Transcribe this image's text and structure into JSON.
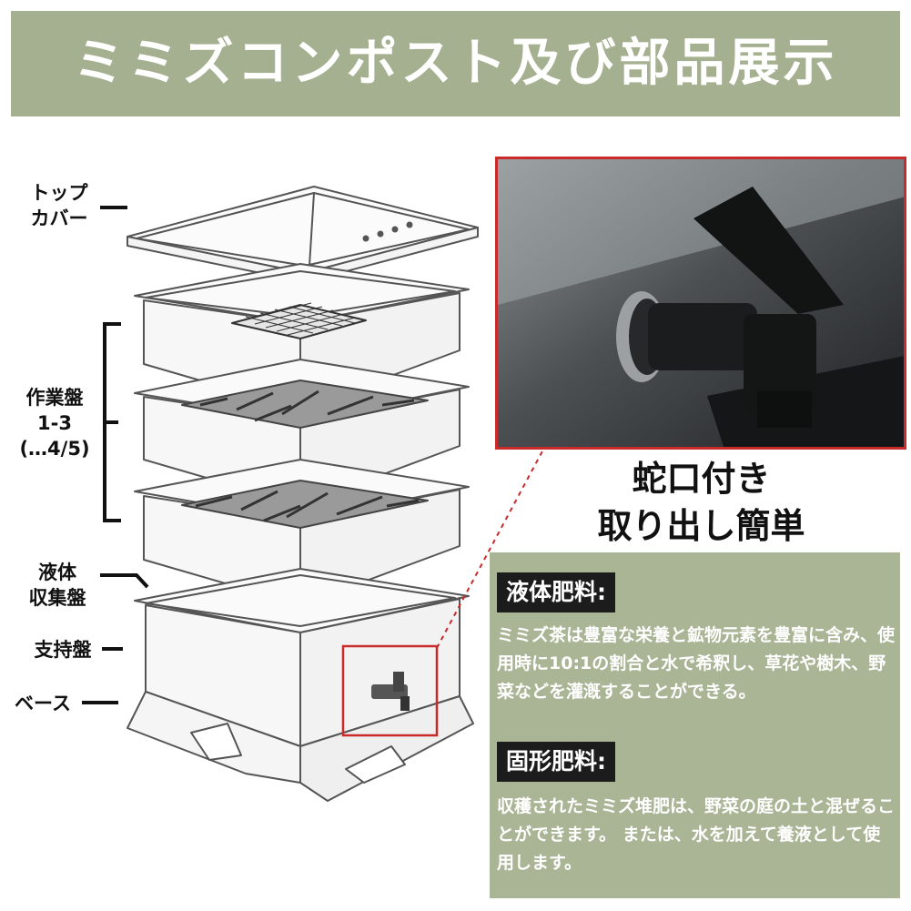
{
  "banner": {
    "title": "ミミズコンポスト及び部品展示"
  },
  "labels": {
    "top_cover": [
      "トップ",
      "カバー"
    ],
    "work_tray": [
      "作業盤",
      "1-3",
      "(…4/5)"
    ],
    "liquid_tray": [
      "液体",
      "収集盤"
    ],
    "support_tray": "支持盤",
    "base": "ベース"
  },
  "caption": {
    "line1": "蛇口付き",
    "line2": "取り出し簡単"
  },
  "liquid_fertilizer": {
    "heading": "液体肥料:",
    "text": "ミミズ茶は豊富な栄養と鉱物元素を豊富に含み、使用時に10:1の割合と水で希釈し、草花や樹木、野菜などを灌漑することができる。"
  },
  "solid_fertilizer": {
    "heading": "固形肥料:",
    "text": "収穫されたミミズ堆肥は、野菜の庭の土と混ぜることができます。 または、水を加えて養液として使用します。"
  },
  "colors": {
    "banner": "#a4b08f",
    "panel": "#a9b595",
    "highlight": "#c92a2a",
    "tag_bg": "#1c1c1c"
  },
  "icons": {
    "photo": "spigot-photo",
    "diagram": "worm-bin-diagram"
  }
}
